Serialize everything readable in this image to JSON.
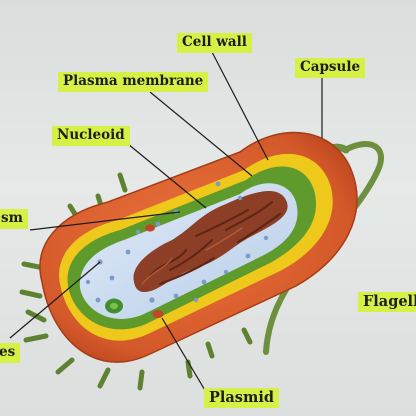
{
  "labels": {
    "cell_wall": "Cell wall",
    "plasma_membrane": "Plasma membrane",
    "capsule": "Capsule",
    "nucleoid": "Nucleoid",
    "cytoplasm": "sm",
    "flagellum": "Flagell",
    "ribosomes": "es",
    "plasmid": "Plasmid"
  },
  "colors": {
    "label_highlight": "#d7f045",
    "capsule": "#d4592a",
    "cell_wall": "#efc81c",
    "plasma_membrane": "#5e9a2c",
    "cytoplasm": "#c6d8ef",
    "nucleoid": "#8c3e26",
    "flagellum": "#6d8f3e",
    "pili": "#5c8232"
  },
  "icons": {
    "cell": "bacterial-cell-icon"
  }
}
